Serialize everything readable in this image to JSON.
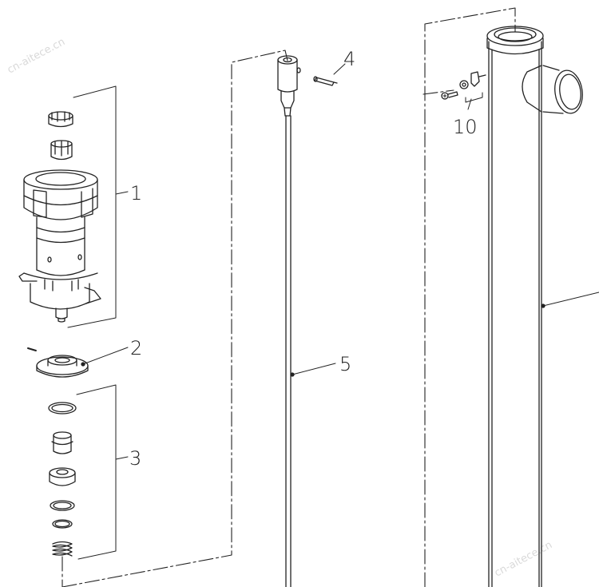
{
  "callouts": {
    "c1": "1",
    "c2": "2",
    "c3": "3",
    "c4": "4",
    "c5": "5",
    "c10": "10"
  },
  "watermark": "cn-aitece.cn",
  "colors": {
    "line": "#222222",
    "background": "#ffffff",
    "watermark": "#d9d9d9"
  }
}
